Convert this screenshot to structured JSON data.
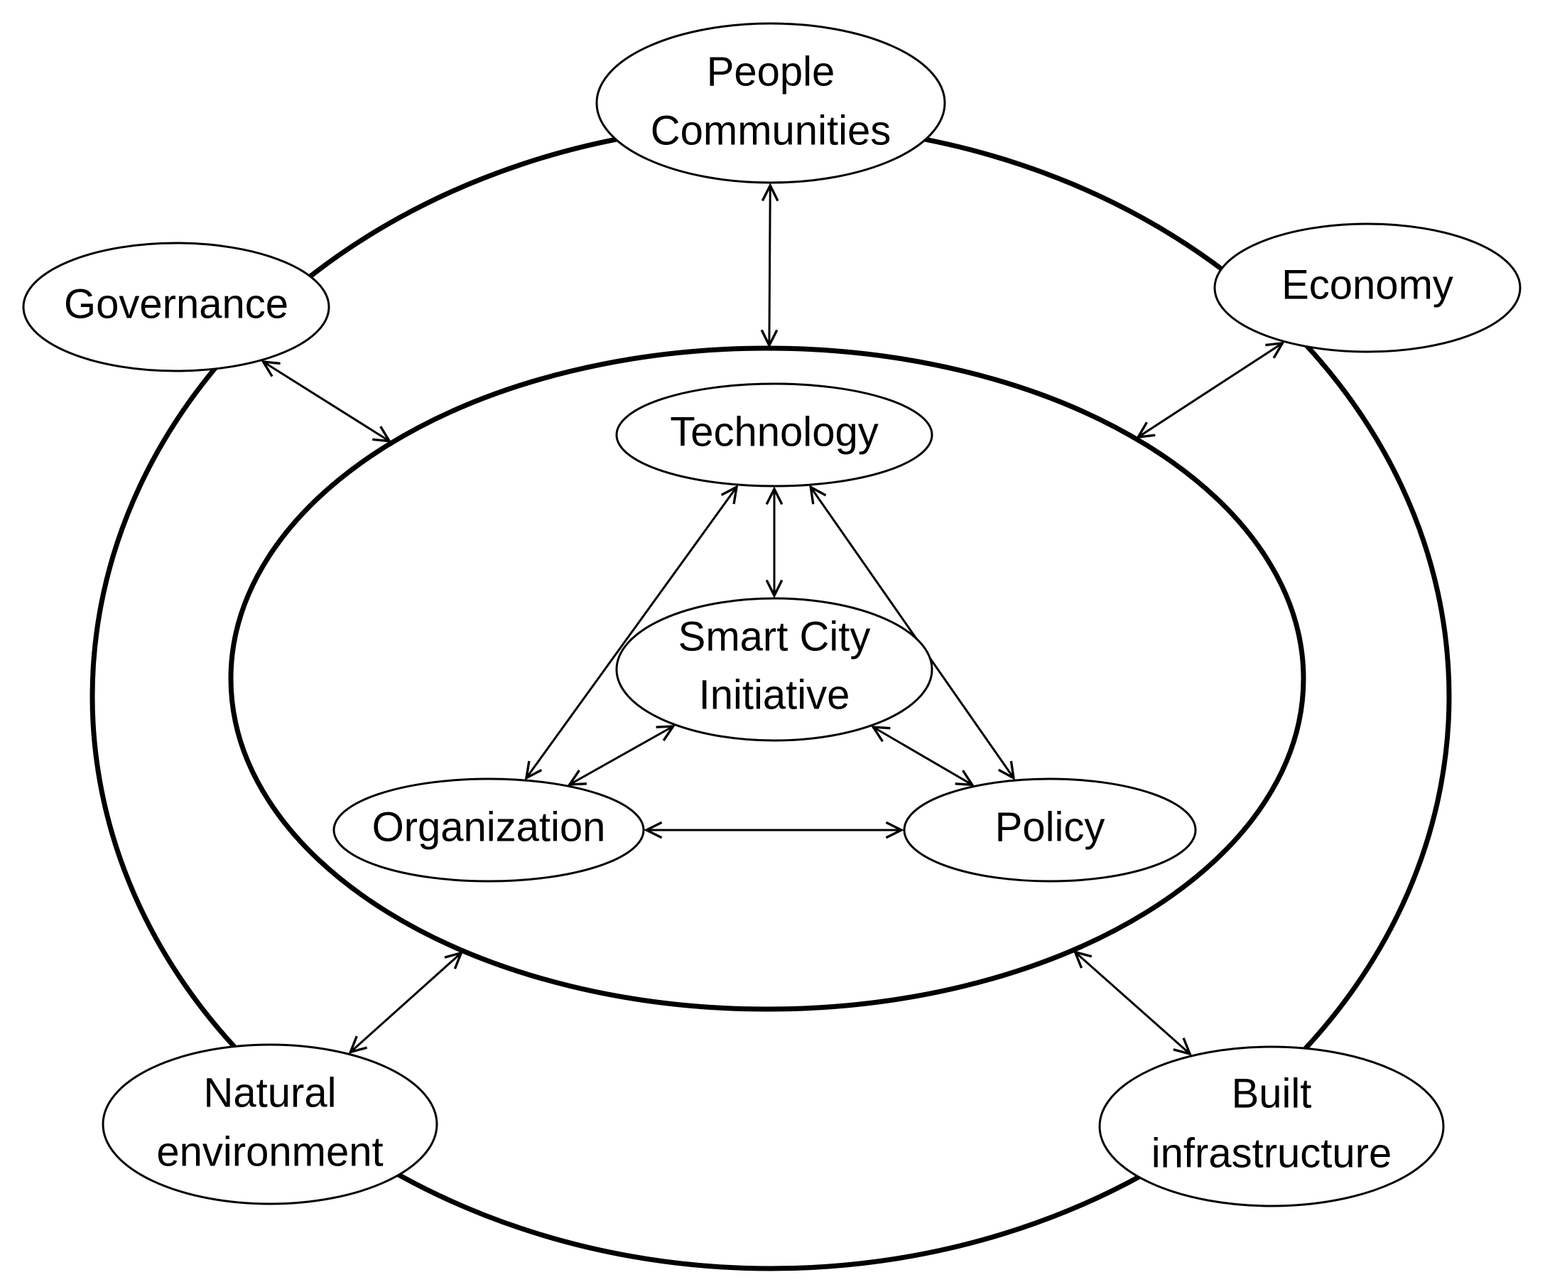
{
  "nodes": {
    "people": [
      "People",
      "Communities"
    ],
    "economy": [
      "Economy"
    ],
    "governance": [
      "Governance"
    ],
    "natural": [
      "Natural",
      "environment"
    ],
    "built": [
      "Built",
      "infrastructure"
    ],
    "technology": [
      "Technology"
    ],
    "smart": [
      "Smart City",
      "Initiative"
    ],
    "organization": [
      "Organization"
    ],
    "policy": [
      "Policy"
    ]
  },
  "links": [
    [
      "people",
      "inner-ring"
    ],
    [
      "governance",
      "inner-ring"
    ],
    [
      "economy",
      "inner-ring"
    ],
    [
      "natural",
      "inner-ring"
    ],
    [
      "built",
      "inner-ring"
    ],
    [
      "technology",
      "smart"
    ],
    [
      "technology",
      "organization"
    ],
    [
      "technology",
      "policy"
    ],
    [
      "smart",
      "organization"
    ],
    [
      "smart",
      "policy"
    ],
    [
      "organization",
      "policy"
    ]
  ]
}
